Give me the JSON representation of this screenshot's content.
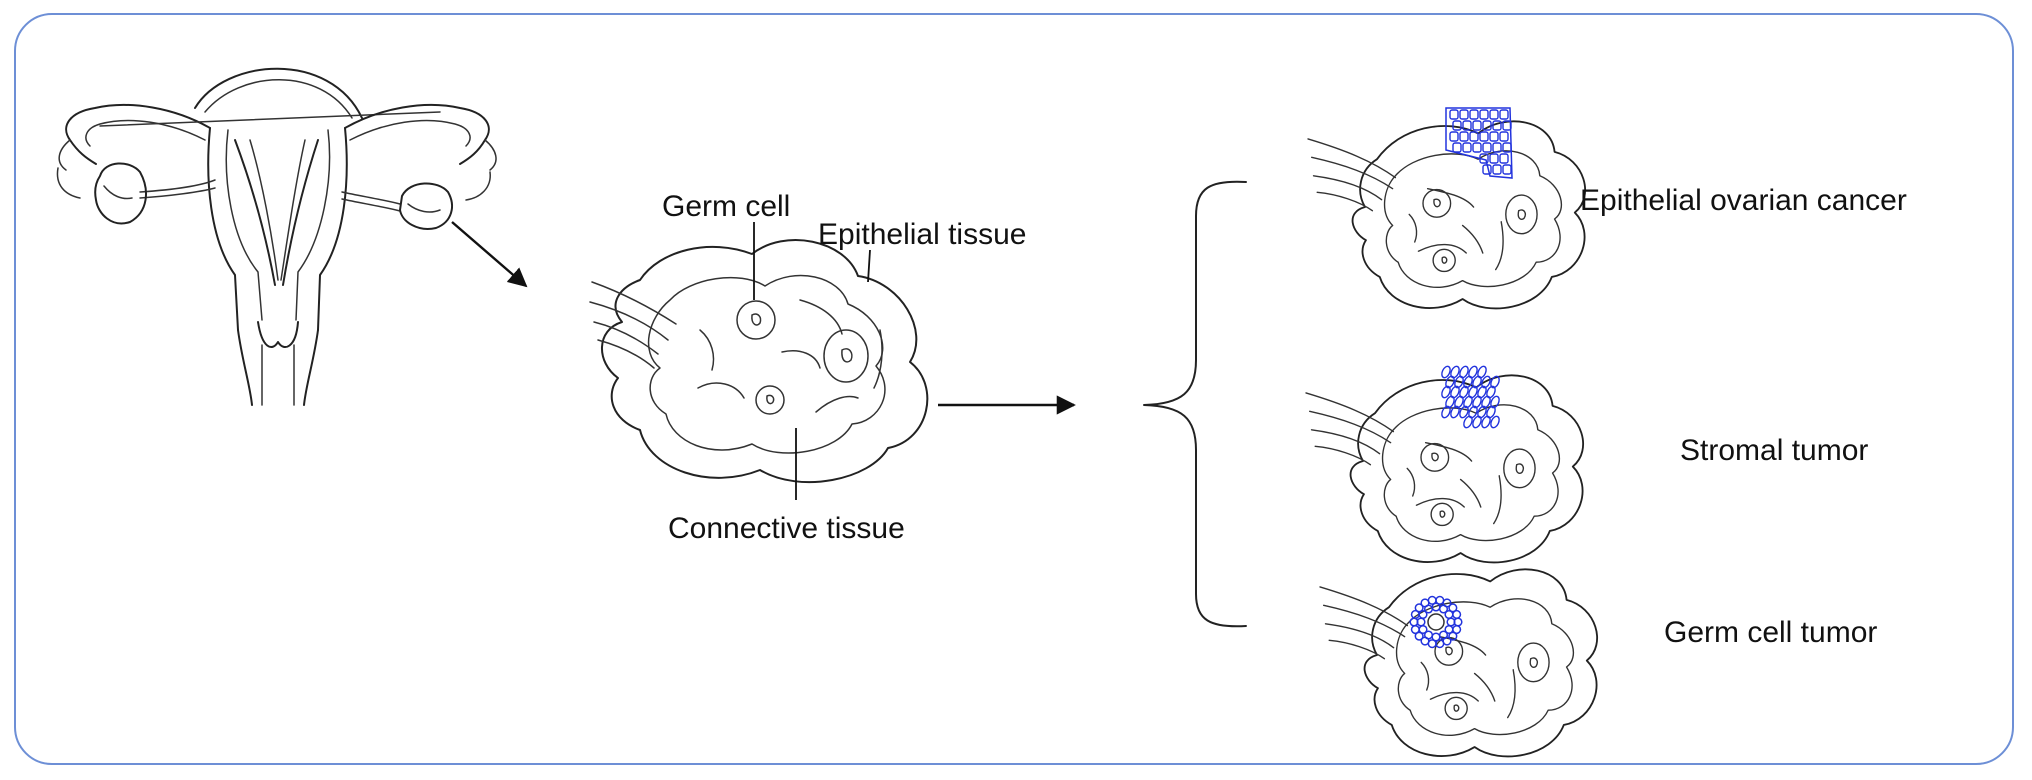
{
  "labels": {
    "germ_cell": "Germ cell",
    "epithelial_tissue": "Epithelial tissue",
    "connective_tissue": "Connective tissue"
  },
  "outcomes": [
    {
      "label": "Epithelial ovarian cancer"
    },
    {
      "label": "Stromal tumor"
    },
    {
      "label": "Germ cell tumor"
    }
  ],
  "colors": {
    "frame": "#6d8fd6",
    "tumor": "#2233dd",
    "line": "#222222"
  }
}
